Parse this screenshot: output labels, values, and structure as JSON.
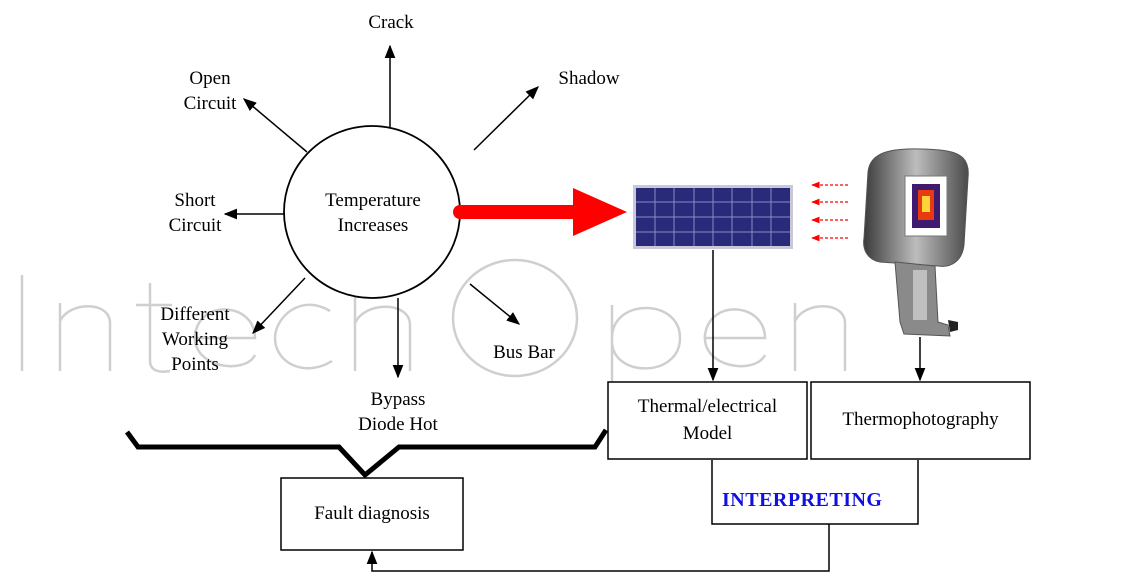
{
  "center": {
    "line1": "Temperature",
    "line2": "Increases"
  },
  "causes": {
    "crack": "Crack",
    "shadow": "Shadow",
    "open_circuit": [
      "Open",
      "Circuit"
    ],
    "short_circuit": [
      "Short",
      "Circuit"
    ],
    "different_working_points": [
      "Different",
      "Working",
      "Points"
    ],
    "bypass_diode_hot": [
      "Bypass",
      "Diode Hot"
    ],
    "bus_bar": "Bus Bar"
  },
  "boxes": {
    "thermal_model": [
      "Thermal/electrical",
      "Model"
    ],
    "thermophotography": "Thermophotography",
    "fault_diagnosis": "Fault diagnosis"
  },
  "interpreting": "INTERPRETING",
  "watermark": "IntechOpen",
  "colors": {
    "arrow": "#ff0000",
    "interpreting": "#1010e0",
    "panel": "#2a2a7a",
    "watermark": "#cfcfcf"
  }
}
